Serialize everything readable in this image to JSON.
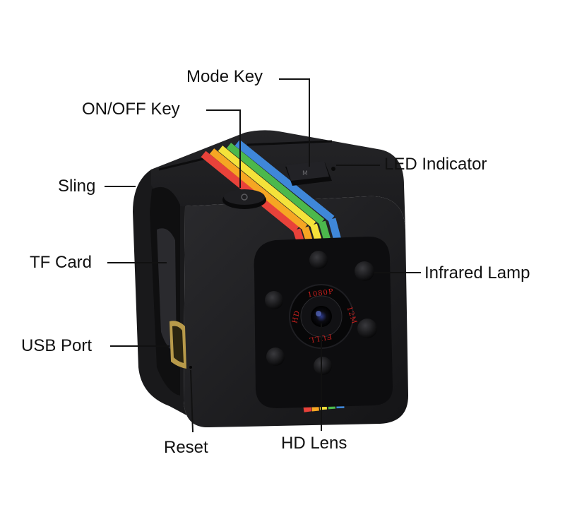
{
  "labels": {
    "mode_key": "Mode Key",
    "on_off_key": "ON/OFF Key",
    "led_indicator": "LED Indicator",
    "sling": "Sling",
    "tf_card": "TF Card",
    "infrared_lamp": "Infrared Lamp",
    "usb_port": "USB Port",
    "reset": "Reset",
    "hd_lens": "HD Lens"
  },
  "lens_ring_text": {
    "top": "1080P",
    "left": "HD",
    "right": "12M",
    "bottom": "FULL"
  },
  "colors": {
    "body": "#1c1c1e",
    "stripe": [
      "#e8423a",
      "#f6a623",
      "#f4e23a",
      "#4cb84c",
      "#3f87d9"
    ],
    "label_text": "#111111",
    "leader_line": "#111111",
    "lens_text": "#c8201e"
  }
}
